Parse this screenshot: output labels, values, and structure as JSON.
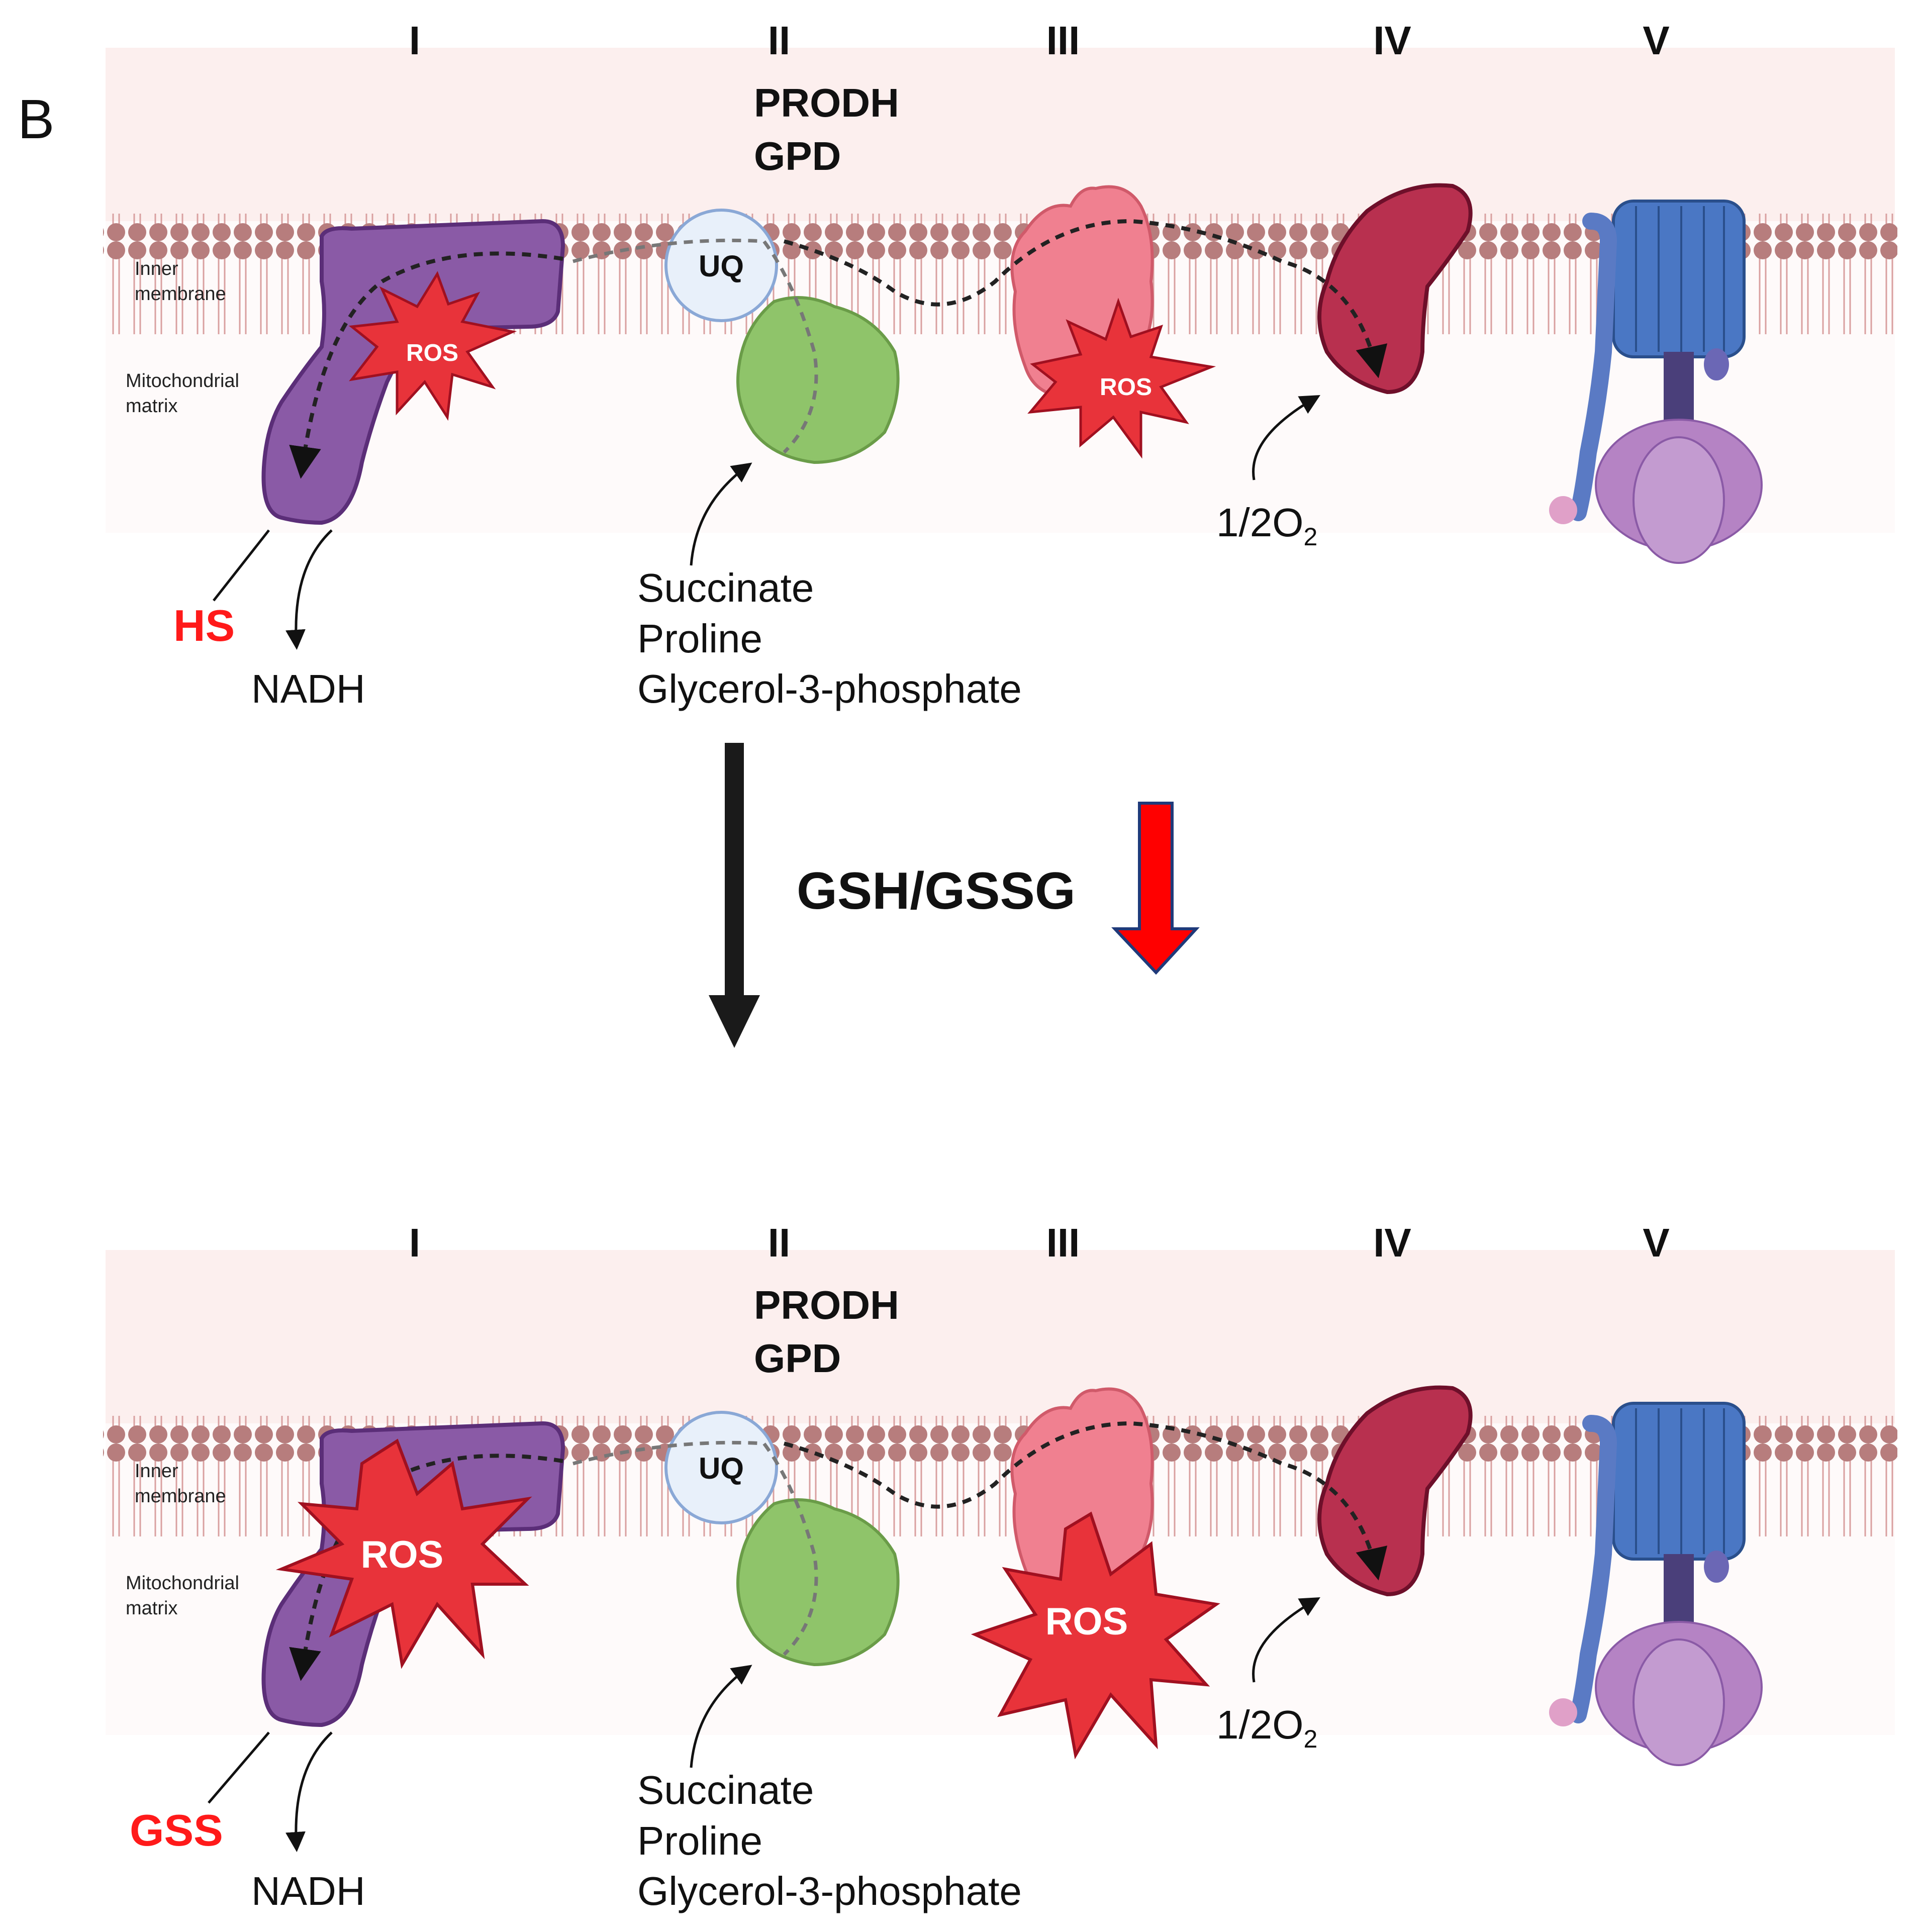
{
  "panel_letter": "B",
  "complex_labels": [
    "I",
    "II",
    "III",
    "IV",
    "V"
  ],
  "enzymes": [
    "PRODH",
    "GPD"
  ],
  "membrane_label_1": "Inner",
  "membrane_label_2": "membrane",
  "matrix_label_1": "Mitochondrial",
  "matrix_label_2": "matrix",
  "uq_label": "UQ",
  "ros_label": "ROS",
  "oxygen": {
    "prefix": "1/2O",
    "subscript": "2"
  },
  "substrates": [
    "Succinate",
    "Proline",
    "Glycerol-3-phosphate"
  ],
  "nadh_label": "NADH",
  "top_panel": {
    "stress_label": "HS"
  },
  "bottom_panel": {
    "stress_label": "GSS"
  },
  "ratio_label": "GSH/GSSG",
  "colors": {
    "intermembrane_bg": "#fcefee",
    "lipid_head": "#b77d7d",
    "complex_I": "#8a5aa6",
    "complex_II": "#8fc46a",
    "complex_III": "#f08090",
    "complex_IV": "#b8304f",
    "complex_V_stalk": "#4a77c4",
    "complex_V_head": "#b583c4",
    "ros_star": "#e8333a",
    "down_arrow": "#ff0000",
    "highlight_text": "#ff1a1a"
  }
}
